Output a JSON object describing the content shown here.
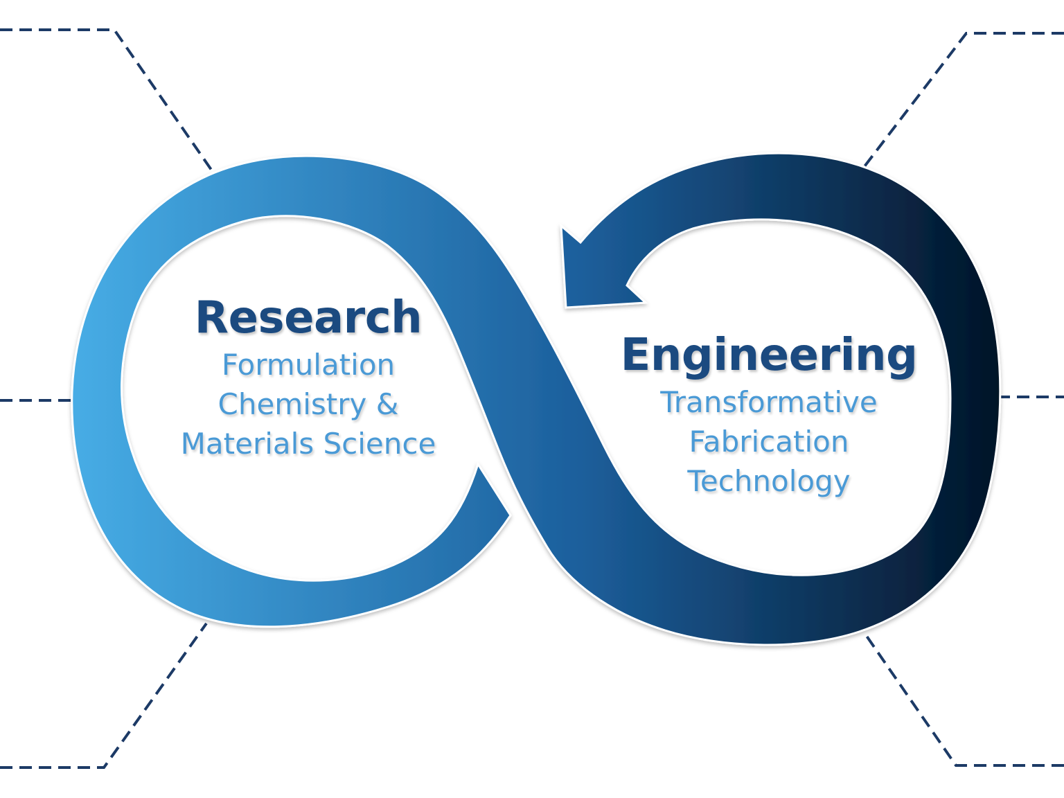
{
  "research": {
    "title": "Research",
    "subtitle_lines": [
      "Formulation",
      "Chemistry &",
      "Materials Science"
    ]
  },
  "engineering": {
    "title": "Engineering",
    "subtitle_lines": [
      "Transformative",
      "Fabrication",
      "Technology"
    ]
  },
  "colors": {
    "title": "#1b4a80",
    "subtitle": "#4a9ad6",
    "connector": "#1c3a66",
    "gradient_start": "#47ade6",
    "gradient_mid": "#1c5f9c",
    "gradient_end": "#021428"
  }
}
